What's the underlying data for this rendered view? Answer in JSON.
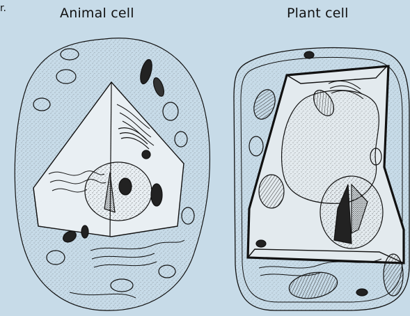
{
  "labels": {
    "animal": "Animal cell",
    "plant": "Plant cell",
    "corner": "r."
  },
  "colors": {
    "background": "#c7dbe8",
    "ink": "#111111",
    "stipple": "#2a2a2a"
  }
}
